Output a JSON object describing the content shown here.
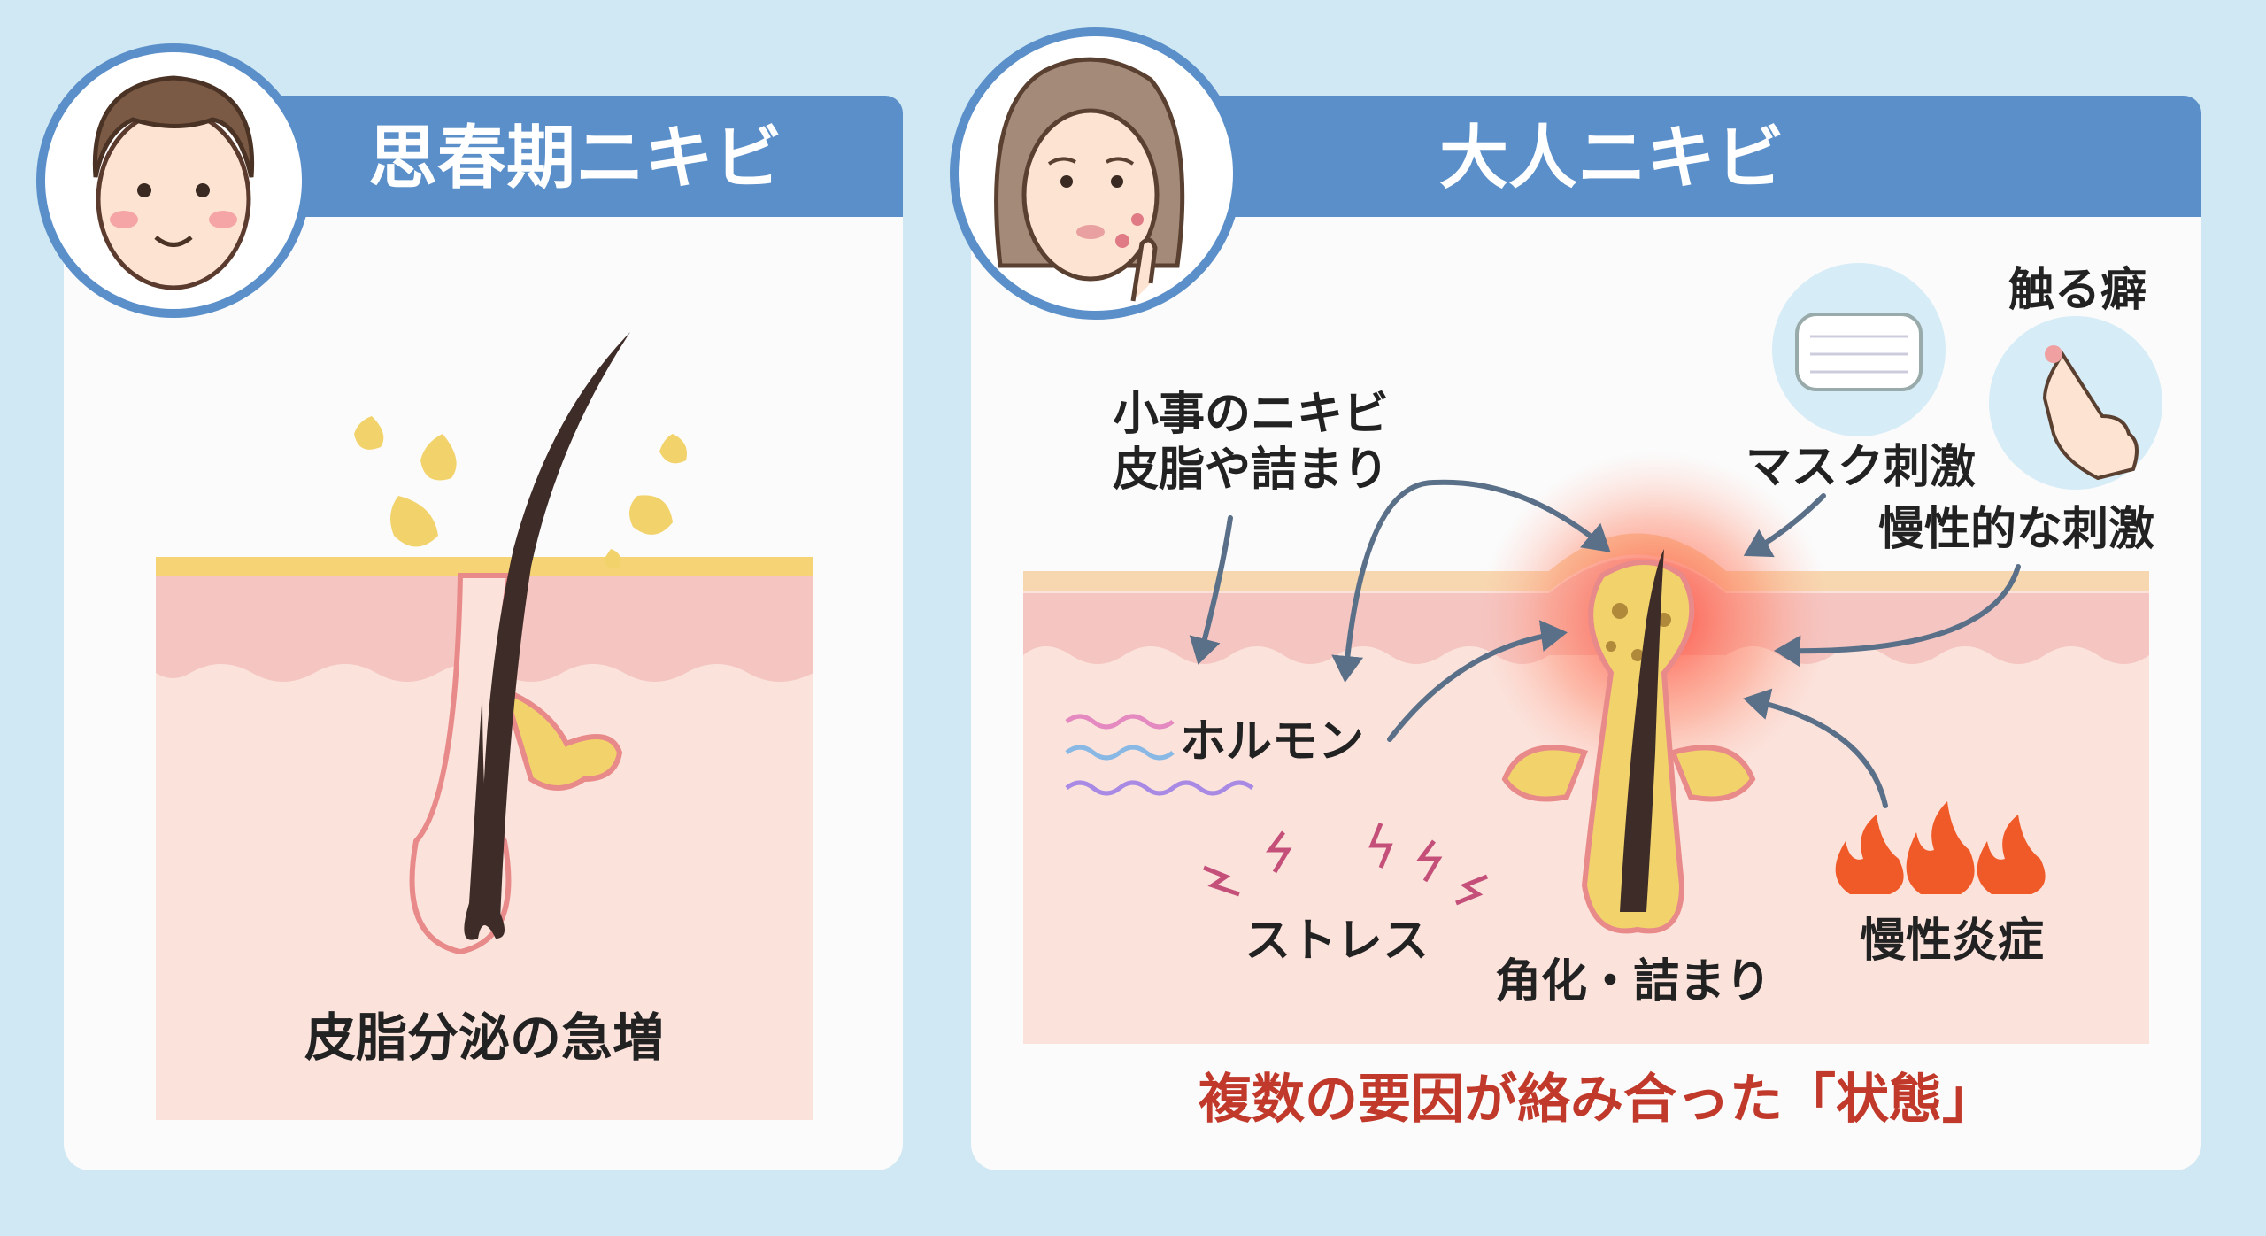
{
  "left_panel": {
    "title": "思春期ニキビ",
    "caption": "皮脂分泌の急増"
  },
  "right_panel": {
    "title": "大人ニキビ",
    "labels": {
      "youth_acne_line1": "小事のニキビ",
      "youth_acne_line2": "皮脂や詰まり",
      "touch_habit": "触る癖",
      "mask_irritation": "マスク刺激",
      "chronic_irritation": "慢性的な刺激",
      "hormone": "ホルモン",
      "stress": "ストレス",
      "keratinization": "角化・詰まり",
      "chronic_inflammation": "慢性炎症"
    },
    "conclusion": "複数の要因が絡み合った「状態」"
  },
  "colors": {
    "background": "#cfe8f3",
    "header": "#5b8fc9",
    "conclusion": "#c0392b",
    "sebum": "#f2d36b",
    "hair": "#3e2c28"
  }
}
